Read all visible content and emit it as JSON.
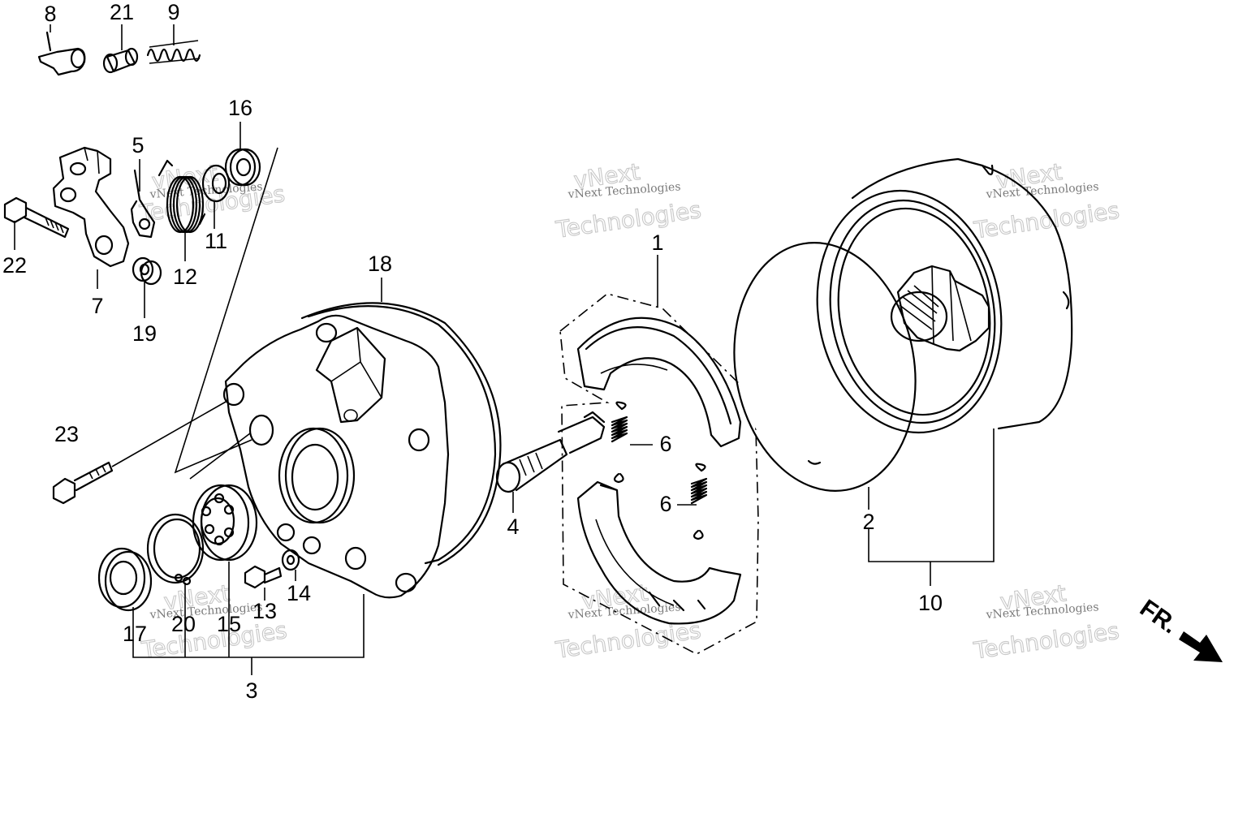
{
  "labels": {
    "p1": "1",
    "p2": "2",
    "p3": "3",
    "p4": "4",
    "p5": "5",
    "p6a": "6",
    "p6b": "6",
    "p7": "7",
    "p8": "8",
    "p9": "9",
    "p10": "10",
    "p11": "11",
    "p12": "12",
    "p13": "13",
    "p14": "14",
    "p15": "15",
    "p16": "16",
    "p17": "17",
    "p18": "18",
    "p19": "19",
    "p20": "20",
    "p21": "21",
    "p22": "22",
    "p23": "23"
  },
  "direction": "FR.",
  "watermark": {
    "line1": "vNext Technologies",
    "line2a": "vNext",
    "line2b": "Technologies"
  },
  "colors": {
    "ink": "#000000",
    "paper": "#ffffff",
    "watermark": "#c8c8c8"
  }
}
